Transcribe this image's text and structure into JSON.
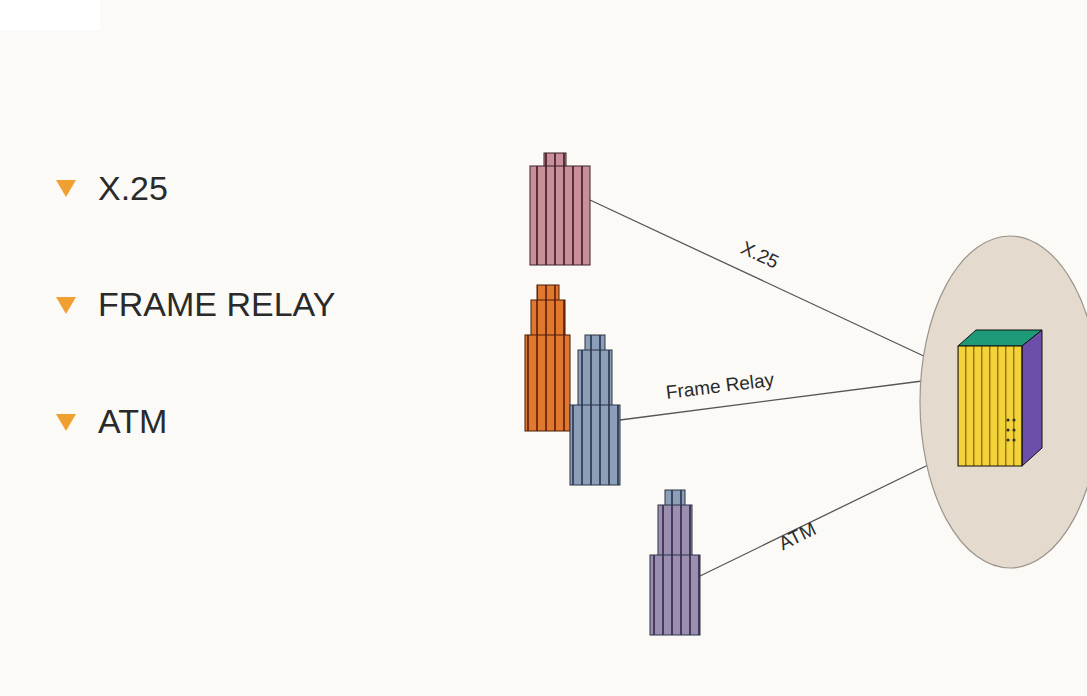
{
  "diagram": {
    "labels": [
      "X.25",
      "FRAME RELAY",
      "ATM",
      "X.25",
      "Frame Relay",
      "ATM"
    ]
  }
}
